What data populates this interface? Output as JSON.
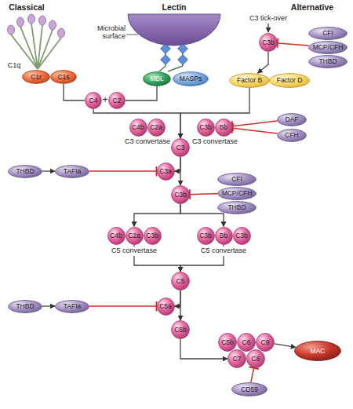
{
  "diagram": {
    "nodes": [
      {
        "text": [
          "C1r"
        ]
      },
      {
        "text": [
          "C1s"
        ]
      },
      {
        "text": [
          "MBL"
        ]
      },
      {
        "text": [
          "MASPs"
        ]
      },
      {
        "text": [
          "C3b"
        ]
      },
      {
        "text": [
          "CFI"
        ]
      },
      {
        "text": [
          "MCP/CFH"
        ]
      },
      {
        "text": [
          "THBD"
        ]
      },
      {
        "text": [
          "Factor B"
        ]
      },
      {
        "text": [
          "Factor D"
        ]
      },
      {
        "text": [
          "C4"
        ]
      },
      {
        "text": [
          "C2"
        ]
      },
      {
        "text": [
          "C4b"
        ]
      },
      {
        "text": [
          "C2a"
        ]
      },
      {
        "text": [
          "C3b"
        ]
      },
      {
        "text": [
          "Bb"
        ]
      },
      {
        "text": [
          "DAF"
        ]
      },
      {
        "text": [
          "CFH"
        ]
      },
      {
        "text": [
          "C3"
        ]
      },
      {
        "text": [
          "THBD"
        ]
      },
      {
        "text": [
          "TAFIa"
        ]
      },
      {
        "text": [
          "C3a"
        ]
      },
      {
        "text": [
          "C3b"
        ]
      },
      {
        "text": [
          "CFI"
        ]
      },
      {
        "text": [
          "MCP/CFH"
        ]
      },
      {
        "text": [
          "THBD"
        ]
      },
      {
        "text": [
          "C4b"
        ]
      },
      {
        "text": [
          "C2a"
        ]
      },
      {
        "text": [
          "C3b"
        ]
      },
      {
        "text": [
          "C3b"
        ]
      },
      {
        "text": [
          "Bb"
        ]
      },
      {
        "text": [
          "C3b"
        ]
      },
      {
        "text": [
          "C5"
        ]
      },
      {
        "text": [
          "THBD"
        ]
      },
      {
        "text": [
          "TAFIa"
        ]
      },
      {
        "text": [
          "C5a"
        ]
      },
      {
        "text": [
          "C5b"
        ]
      },
      {
        "text": [
          "C5b"
        ]
      },
      {
        "text": [
          "C6"
        ]
      },
      {
        "text": [
          "C9"
        ]
      },
      {
        "text": [
          "C7"
        ]
      },
      {
        "text": [
          "C8"
        ]
      },
      {
        "text": [
          "MAC"
        ]
      },
      {
        "text": [
          "CD59"
        ]
      }
    ],
    "edges": [
      {
        "from": 1,
        "to": 10,
        "arrow": "none"
      },
      {
        "from": 2,
        "to": 11,
        "arrow": "none"
      },
      {
        "from": 4,
        "to": 8,
        "arrow": "to"
      },
      {
        "from": 6,
        "to": 4,
        "arrow": "to"
      },
      {
        "from": 10,
        "to": 18,
        "arrow": "to"
      },
      {
        "from": 8,
        "to": 18,
        "arrow": "to"
      },
      {
        "from": 16,
        "to": 15,
        "arrow": "to"
      },
      {
        "from": 17,
        "to": 15,
        "arrow": "to"
      },
      {
        "from": 19,
        "to": 20,
        "arrow": "to"
      },
      {
        "from": 20,
        "to": 21,
        "arrow": "to"
      },
      {
        "from": 18,
        "to": 21,
        "arrow": "to"
      },
      {
        "from": 18,
        "to": 22,
        "arrow": "to"
      },
      {
        "from": 24,
        "to": 22,
        "arrow": "to"
      },
      {
        "from": 22,
        "to": 27,
        "arrow": "to"
      },
      {
        "from": 22,
        "to": 30,
        "arrow": "to"
      },
      {
        "from": 27,
        "to": 32,
        "arrow": "to"
      },
      {
        "from": 30,
        "to": 32,
        "arrow": "to"
      },
      {
        "from": 33,
        "to": 34,
        "arrow": "to"
      },
      {
        "from": 34,
        "to": 35,
        "arrow": "to"
      },
      {
        "from": 32,
        "to": 35,
        "arrow": "to"
      },
      {
        "from": 32,
        "to": 36,
        "arrow": "to"
      },
      {
        "from": 36,
        "to": 40,
        "arrow": "to"
      },
      {
        "from": 39,
        "to": 42,
        "arrow": "to"
      },
      {
        "from": 43,
        "to": 41,
        "arrow": "to"
      }
    ],
    "labels": [
      "Classical",
      "Lectin",
      "Alternative",
      "C1q",
      "Microbial surface",
      "C3 tick-over",
      "+",
      "C3 convertase",
      "C3 convertase",
      "C5 convertase",
      "C5 convertase"
    ]
  }
}
